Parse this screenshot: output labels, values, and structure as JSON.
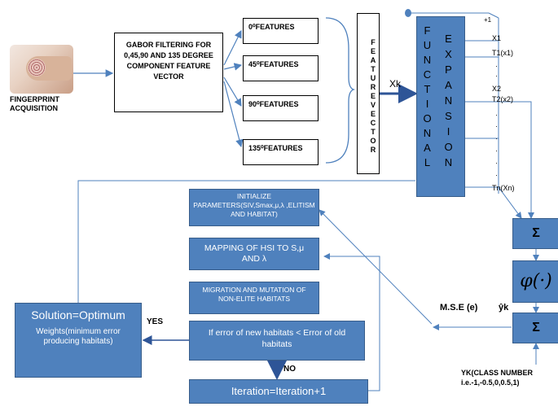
{
  "fingerprint_label": "FINGERPRINT ACQUISITION",
  "gabor_box": "GABOR FILTERING FOR 0,45,90 AND 135 DEGREE COMPONENT FEATURE VECTOR",
  "features": [
    "0⁰FEATURES",
    "45⁰FEATURES",
    "90⁰FEATURES",
    "135⁰FEATURES"
  ],
  "feature_vector": "FEATUREVECTOR",
  "xk_label": "Xk",
  "functional": "FUNCTIONAL",
  "expansion": "EXPANSION",
  "plus_one": "+1",
  "outputs": [
    "X1",
    "T1(x1)",
    "X2",
    "T2(x2)",
    "Tn(Xn)"
  ],
  "dots": "·",
  "sigma": "Σ",
  "phi": "φ(·)",
  "yhat_label": "ŷk",
  "mse_label": "M.S.E (e)",
  "yk_label": "YK(CLASS NUMBER i.e.-1,-0.5,0,0.5,1)",
  "steps": {
    "init": "INITIALIZE PARAMETERS(SIV,Smax,μ,λ ,ELITISM AND HABITAT)",
    "mapping": "MAPPING OF HSI TO S,μ AND λ",
    "migration": "MIGRATION AND MUTATION OF NON-ELITE HABITATS",
    "condition": "If error of new habitats < Error of old habitats",
    "iteration": "Iteration=Iteration+1",
    "solution_title": "Solution=Optimum",
    "solution_sub": "Weights(minimum error producing habitats)"
  },
  "yes_label": "YES",
  "no_label": "NO"
}
